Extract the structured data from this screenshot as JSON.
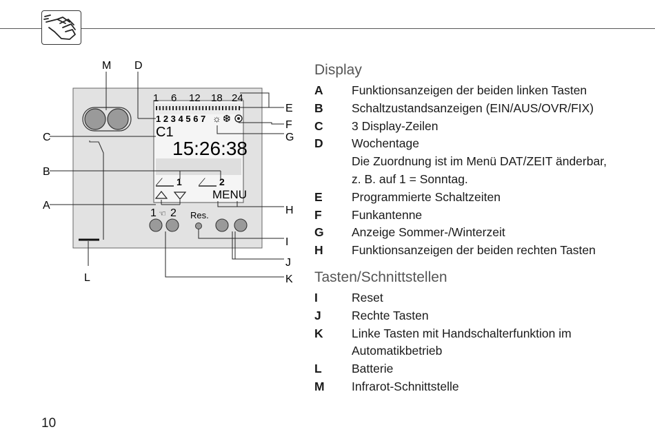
{
  "header": {
    "icon": "hand-pointer-icon"
  },
  "diagram": {
    "callouts": [
      "M",
      "D",
      "C",
      "B",
      "A",
      "L",
      "E",
      "F",
      "G",
      "H",
      "I",
      "J",
      "K"
    ],
    "hour_scale": [
      "1",
      "6",
      "12",
      "18",
      "24"
    ],
    "weekdays": "1 2 3 4 5 6 7",
    "display_line1": "C1",
    "time": "15:26:38",
    "channel1": "1",
    "channel2": "2",
    "menu": "MENU",
    "key_label_1": "1",
    "key_label_2": "2",
    "reset_label": "Res."
  },
  "display_section": {
    "title": "Display",
    "items": [
      {
        "letter": "A",
        "text": "Funktionsanzeigen der beiden linken Tasten"
      },
      {
        "letter": "B",
        "text": "Schaltzustandsanzeigen (EIN/AUS/OVR/FIX)"
      },
      {
        "letter": "C",
        "text": "3 Display-Zeilen"
      },
      {
        "letter": "D",
        "text": "Wochentage"
      },
      {
        "letter": "",
        "text": "Die Zuordnung ist im Menü DAT/ZEIT änderbar,"
      },
      {
        "letter": "",
        "text": "z. B. auf 1 = Sonntag."
      },
      {
        "letter": "E",
        "text": "Programmierte Schaltzeiten"
      },
      {
        "letter": "F",
        "text": "Funkantenne"
      },
      {
        "letter": "G",
        "text": "Anzeige Sommer-/Winterzeit"
      },
      {
        "letter": "H",
        "text": "Funktionsanzeigen der beiden rechten Tasten"
      }
    ]
  },
  "tasten_section": {
    "title": "Tasten/Schnittstellen",
    "items": [
      {
        "letter": "I",
        "text": "Reset"
      },
      {
        "letter": "J",
        "text": "Rechte Tasten"
      },
      {
        "letter": "K",
        "text": "Linke Tasten mit Handschalterfunktion im"
      },
      {
        "letter": "",
        "text": "Automatikbetrieb"
      },
      {
        "letter": "L",
        "text": "Batterie"
      },
      {
        "letter": "M",
        "text": "Infrarot-Schnittstelle"
      }
    ]
  },
  "page_number": "10"
}
